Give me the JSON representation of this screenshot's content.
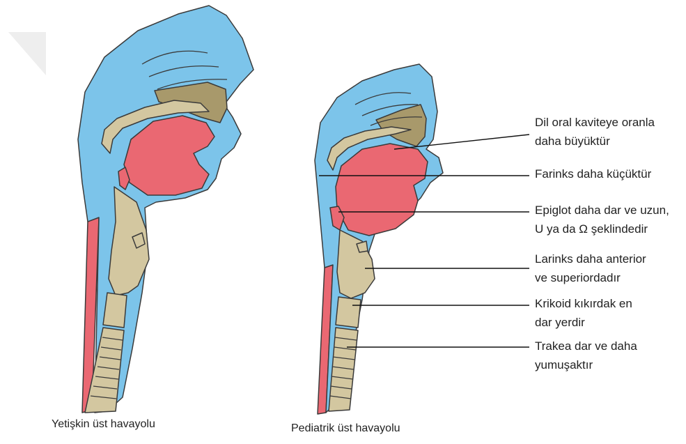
{
  "captions": {
    "adult": "Yetişkin üst havayolu",
    "pediatric": "Pediatrik üst havayolu"
  },
  "labels": [
    {
      "line1": "Dil oral kaviteye oranla",
      "line2": "daha büyüktür"
    },
    {
      "line1": "Farinks daha küçüktür",
      "line2": ""
    },
    {
      "line1": "Epiglot daha dar ve uzun,",
      "line2": "U ya da Ω şeklindedir"
    },
    {
      "line1": "Larinks daha anterior",
      "line2": "ve superiordadır"
    },
    {
      "line1": "Krikoid kıkırdak en",
      "line2": "dar yerdir"
    },
    {
      "line1": "Trakea dar ve daha",
      "line2": "yumuşaktır"
    }
  ],
  "colors": {
    "airway_tissue": "#7cc4ea",
    "tongue": "#ea6872",
    "cartilage": "#d3c7a0",
    "nasal_shadow": "#a8996b",
    "outline": "#3a3a3a",
    "leader_line": "#111111"
  }
}
